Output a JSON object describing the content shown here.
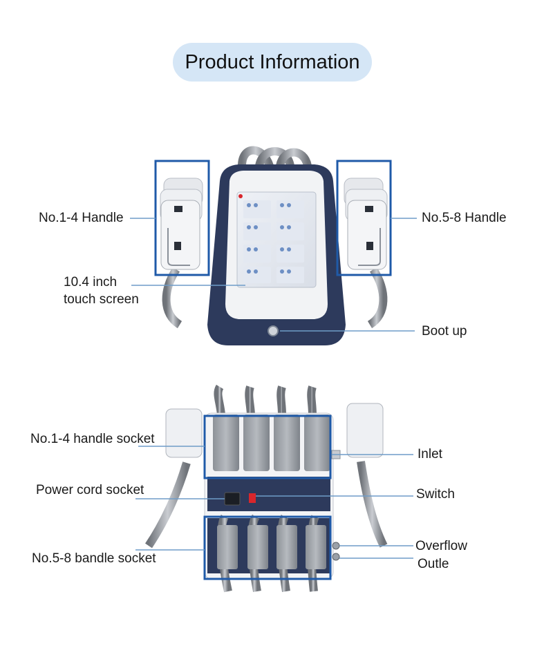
{
  "title": "Product Information",
  "front_view": {
    "labels": {
      "handles_1_4": "No.1-4 Handle",
      "handles_5_8": "No.5-8 Handle",
      "screen_line1": "10.4 inch",
      "screen_line2": "touch screen",
      "boot_up": "Boot up"
    }
  },
  "back_view": {
    "labels": {
      "handle_socket_1_4": "No.1-4 handle socket",
      "power_cord_socket": "Power cord socket",
      "bandle_socket_5_8": "No.5-8 bandle socket",
      "inlet": "Inlet",
      "switch": "Switch",
      "overflow": "Overflow",
      "outle": "Outle"
    }
  },
  "colors": {
    "pill": "#d5e6f6",
    "highlight_box": "#1f5aa8",
    "leader_line": "#6e9cc8",
    "machine_navy": "#2d3a5c",
    "machine_white": "#f2f3f5",
    "tube_gray": "#8c9096",
    "power_switch_red": "#d8262c"
  }
}
